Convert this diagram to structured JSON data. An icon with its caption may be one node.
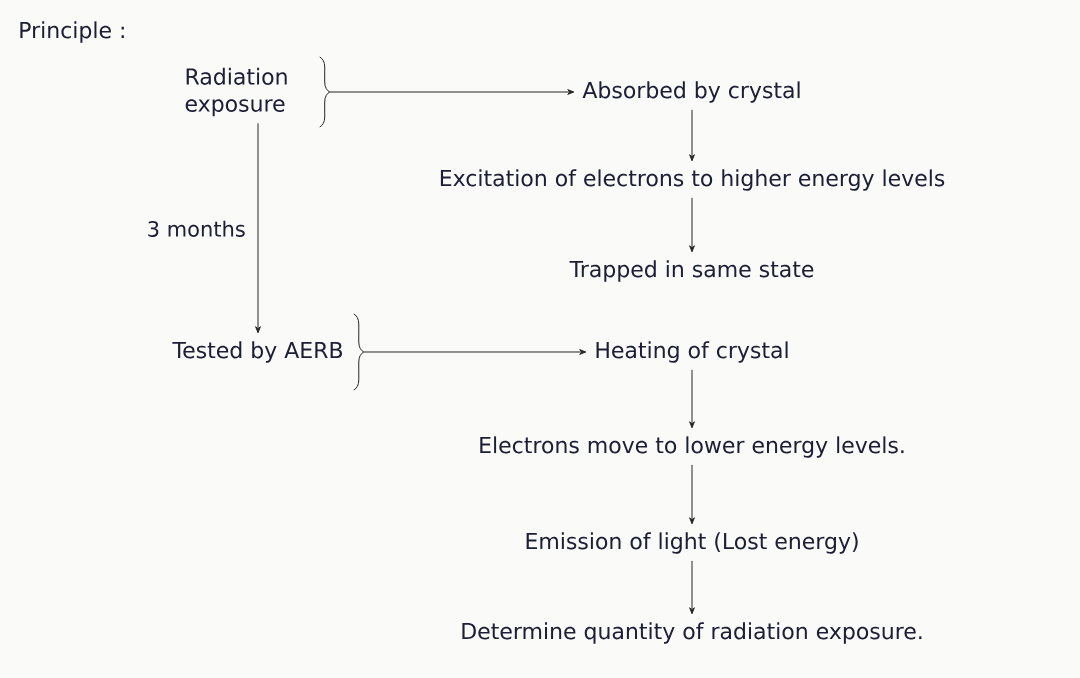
{
  "diagram": {
    "title": "Principle :",
    "nodes": [
      {
        "text": [
          "Radiation exposure"
        ]
      },
      {
        "text": [
          "Absorbed by crystal"
        ]
      },
      {
        "text": [
          "Excitation of electrons to higher energy levels"
        ]
      },
      {
        "text": [
          "Trapped in same state"
        ]
      },
      {
        "text": [
          "Tested by AERB"
        ]
      },
      {
        "text": [
          "Heating of crystal"
        ]
      },
      {
        "text": [
          "Electrons move to lower energy levels."
        ]
      },
      {
        "text": [
          "Emission of light (Lost energy)"
        ]
      },
      {
        "text": [
          "Determine quantity of radiation exposure."
        ]
      }
    ],
    "edges": [
      {
        "from": 0,
        "to": 1,
        "arrow": "to"
      },
      {
        "from": 1,
        "to": 2,
        "arrow": "to"
      },
      {
        "from": 2,
        "to": 3,
        "arrow": "to"
      },
      {
        "from": 0,
        "to": 4,
        "arrow": "to",
        "label": "3 months"
      },
      {
        "from": 4,
        "to": 5,
        "arrow": "to"
      },
      {
        "from": 5,
        "to": 6,
        "arrow": "to"
      },
      {
        "from": 6,
        "to": 7,
        "arrow": "to"
      },
      {
        "from": 7,
        "to": 8,
        "arrow": "to"
      }
    ]
  }
}
